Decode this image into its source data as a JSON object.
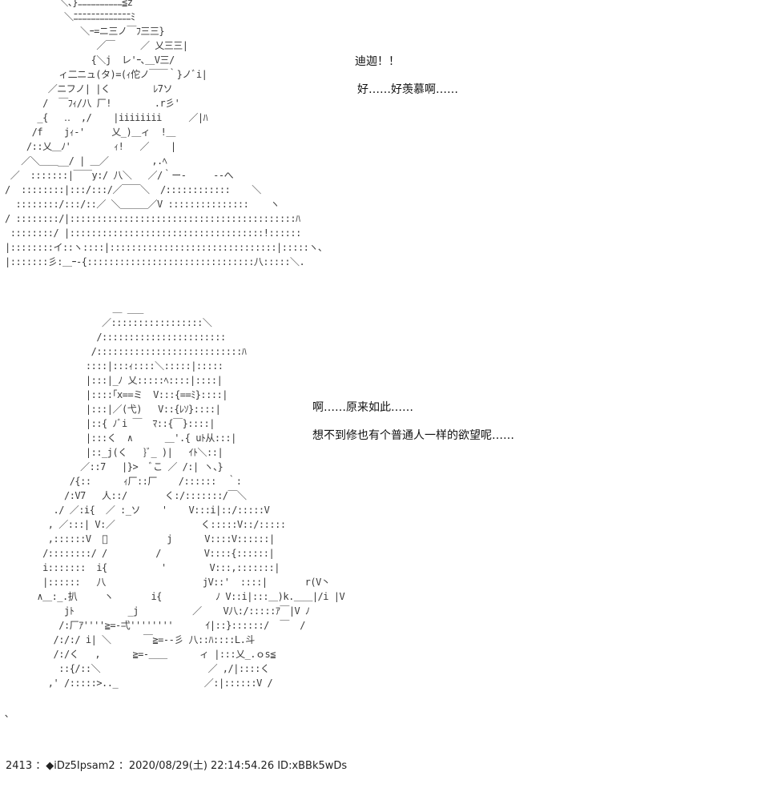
{
  "art": {
    "top": "          ＼、}ﾆﾆﾆﾆﾆﾆﾆﾆﾆﾆ≦z\n           ＼ﾆﾆﾆﾆﾆﾆﾆﾆﾆﾆﾆﾆﾆﾐ\n              ＼ｰ=ニ三ノ￣ﾌ三三}\n                 ／￣　   ／ 乂三三|\n                {＼j  レ'ｰ､＿V三/\n          ィ二ニュ(タ)=(ｨ佗ノ￣￣｀}ノﾞi|\n        ／ニフノ| |く        ﾚ7ソ\n       /  ￣ﾌｨ/八 厂!        .r彡'\n      _{   ‥  ,/    |iiiiiiii     ／|ﾊ\n     /f    jｨ‐'     乂_)＿ィ  !＿\n    /::乂＿ﾉ'        ｨ!   ／    |\n   ／＼＿＿__/ | ＿／        ,.ﾍ\n ／  :::::::|￣￣y:/ 八＼   ／/｀ー‐     -‐へ\n/  ::::::::|:::/:::/／￣￣＼  /::::::::::::    ＼\n  ::::::::/:::/::／ ＼＿＿＿／V :::::::::::::::    ヽ\n/ ::::::::/|::::::::::::::::::::::::::::::::::::::::::ﾊ\n ::::::::/ |::::::::::::::::::::::::::::::::::::!::::::\n|::::::::イ::ヽ::::|:::::::::::::::::::::::::::::::|:::::ヽ、\n|:::::::彡:＿ｰ‐{:::::::::::::::::::::::::::::::八:::::＼.",
    "bottom": "                    ＿ ___\n                  ／:::::::::::::::::＼\n                 /:::::::::::::::::::::::\n                /:::::::::::::::::::::::::::ﾊ\n               ::::|:::ｨ::::＼:::::|:::::\n               |:::|_ﾉ 乂:::::ﾍ::::|::::|\n               |::::｢x==ミ  V:::{==ﾐ}::::|\n               |:::|／(弋)   V::{ﾚｿ}::::|\n               |::{ ﾉﾞi ￣  ﾏ::{￣}::::|\n               |:::く  ∧      ＿'.{ uﾄ从:::|\n               |::_j(く   }ﾞ_ )|   ｲﾄ＼::|\n              ／::7   |}>  ﾞこ ／ /:| ヽ、}\n            /{::      ｨ厂::厂    /::::::  ｀:\n           /:V7   人::/       く:/:::::::/￣＼\n         ./ ／:i{  ／ :_ソ    '    V:::i|::/:::::V\n        , ／:::| V:／                く:::::V::/:::::\n        ,::::::V  ゙           j      V::::V::::::|\n       /::::::::/ /         /        V::::{::::::|\n       i:::::::  i{          '        V:::,:::::::|\n       |::::::   八                  jV::'  ::::|       r(V丶\n      ∧＿:_.扒     ヽ       i{          ﾉ V::i|:::＿)k.＿＿|/i |V\n           jﾄ          _j          ／    V八:/:::::ｱ￣|V ﾉ\n          /:厂ｱ''''≧=‐弌''''''''      ｲ|::}::::::/  ￣  /\n         /:/:/ i| ＼      ￣≧=‐‐彡 八::ﾊ::::L.斗\n         /:/く   ,      ≧=-＿＿      ィ |:::乂_.ｏs≦\n          ::{/::＼                    ／ ,/|::::く\n        ,' /:::::>.._                ／:|::::::V /"
  },
  "dialogue": {
    "line1": "迪迦！！",
    "line2": "好……好羡慕啊……",
    "line3": "啊……原来如此……",
    "line4": "想不到修也有个普通人一样的欲望呢……"
  },
  "stray_mark": "､",
  "footer": {
    "post_info": "2413 ：◆iDz5Ipsam2 ：2020/08/29(土) 22:14:54.26 ID:xBBk5wDs"
  }
}
